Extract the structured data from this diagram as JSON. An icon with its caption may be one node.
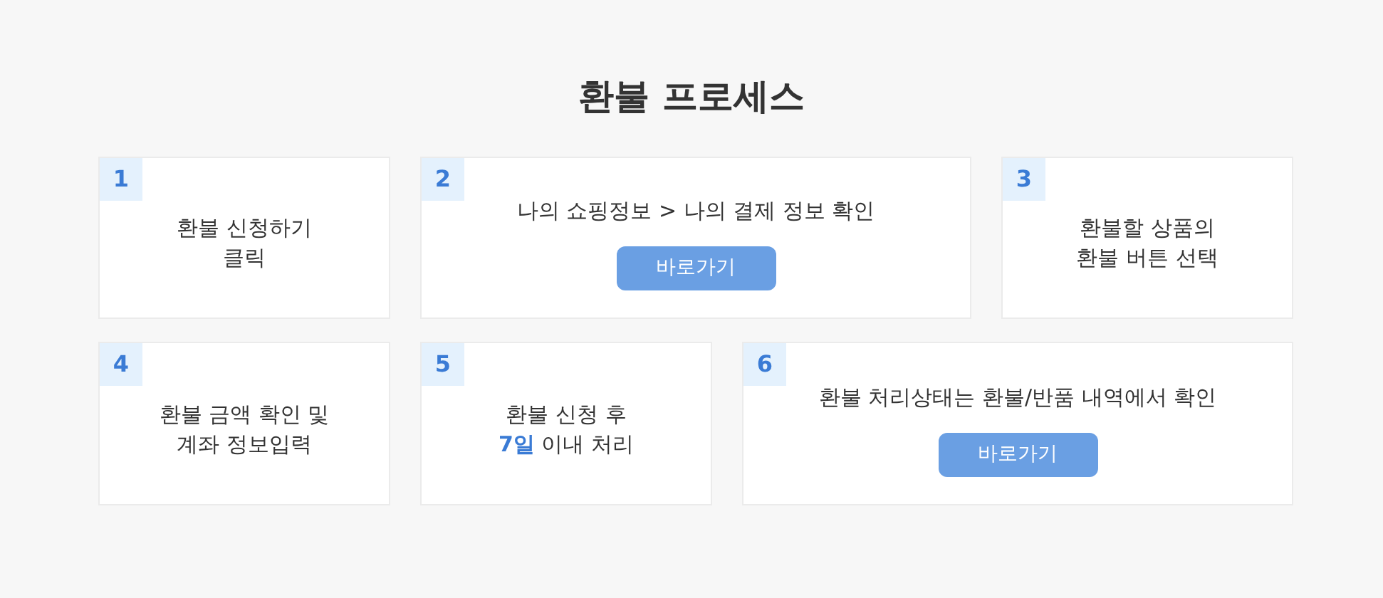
{
  "diagram": {
    "title": "환불 프로세스",
    "nodes": [
      {
        "text": [
          "1",
          "환불 신청하기 클릭"
        ]
      },
      {
        "text": [
          "2",
          "나의 쇼핑정보 > 나의 결제 정보 확인"
        ]
      },
      {
        "text": [
          "바로가기"
        ],
        "in": 1
      },
      {
        "text": [
          "3",
          "환불할 상품의 환불 버튼 선택"
        ]
      },
      {
        "text": [
          "4",
          "환불 금액 확인 및 계좌 정보입력"
        ]
      },
      {
        "text": [
          "5",
          "환불 신청 후 **7일** 이내 처리"
        ]
      },
      {
        "text": [
          "6",
          "환불 처리상태는 환불/반품 내역에서 확인"
        ]
      },
      {
        "text": [
          "바로가기"
        ],
        "in": 6
      }
    ],
    "edges": []
  }
}
